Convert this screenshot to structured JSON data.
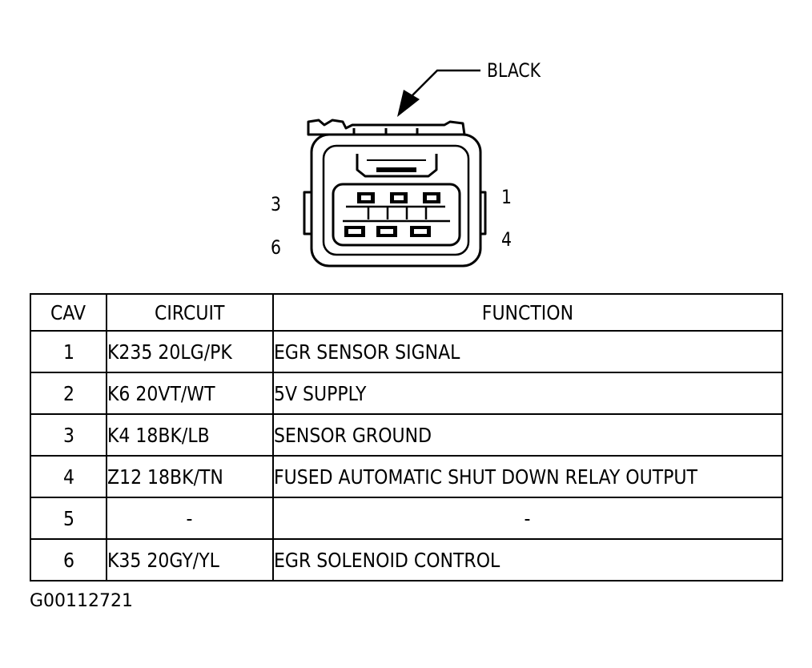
{
  "connector": {
    "color_label": "BLACK",
    "pin_labels": {
      "top_left": "3",
      "bottom_left": "6",
      "top_right": "1",
      "bottom_right": "4"
    }
  },
  "table": {
    "headers": {
      "cav": "CAV",
      "circuit": "CIRCUIT",
      "function": "FUNCTION"
    },
    "rows": [
      {
        "cav": "1",
        "circuit": "K235 20LG/PK",
        "function": "EGR SENSOR SIGNAL"
      },
      {
        "cav": "2",
        "circuit": "K6 20VT/WT",
        "function": "5V SUPPLY"
      },
      {
        "cav": "3",
        "circuit": "K4 18BK/LB",
        "function": "SENSOR GROUND"
      },
      {
        "cav": "4",
        "circuit": "Z12 18BK/TN",
        "function": "FUSED AUTOMATIC SHUT DOWN RELAY OUTPUT"
      },
      {
        "cav": "5",
        "circuit": "-",
        "function": "-"
      },
      {
        "cav": "6",
        "circuit": "K35 20GY/YL",
        "function": "EGR SOLENOID CONTROL"
      }
    ]
  },
  "figure_id": "G00112721"
}
